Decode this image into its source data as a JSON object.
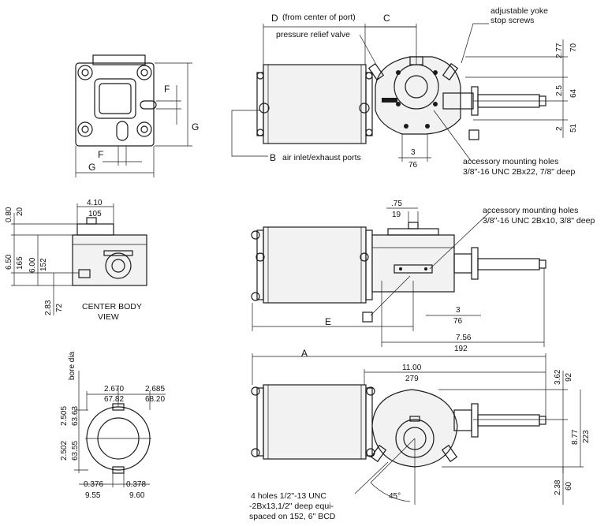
{
  "callouts": {
    "from_center_of_port": "(from center of port)",
    "pressure_relief_valve": "pressure relief valve",
    "adjustable_yoke_1": "adjustable yoke",
    "adjustable_yoke_2": "stop screws",
    "air_ports": "air inlet/exhaust ports",
    "acc_holes_top_1": "accessory mounting holes",
    "acc_holes_top_2": "3/8\"-16 UNC 2Bx22, 7/8\" deep",
    "acc_holes_mid_1": "accessory mounting holes",
    "acc_holes_mid_2": "3/8\"-16 UNC 2Bx10, 3/8\" deep",
    "center_body_1": "CENTER BODY",
    "center_body_2": "VIEW",
    "bore_dia": "bore dia",
    "bottom_holes_1": "4 holes 1/2\"-13 UNC",
    "bottom_holes_2": "-2Bx13,1/2\" deep equi-",
    "bottom_holes_3": "spaced on 152, 6\" BCD",
    "angle": "45°"
  },
  "letters": {
    "A": "A",
    "B": "B",
    "C": "C",
    "D": "D",
    "E": "E",
    "F": "F",
    "G": "G"
  },
  "dims": {
    "d277": "2.77",
    "d70": "70",
    "d25": "2.5",
    "d64": "64",
    "d2": "2",
    "d51": "51",
    "d3a": "3",
    "d76a": "76",
    "d080": "0.80",
    "d20": "20",
    "d410": "4.10",
    "d105": "105",
    "d650": "6.50",
    "d165": "165",
    "d600": "6.00",
    "d152": "152",
    "d283": "2.83",
    "d72": "72",
    "d075": ".75",
    "d19": "19",
    "d3b": "3",
    "d76b": "76",
    "d756": "7.56",
    "d192": "192",
    "d1100": "11.00",
    "d279": "279",
    "d362": "3.62",
    "d92": "92",
    "d877": "8.77",
    "d223": "223",
    "d238": "2.38",
    "d60": "60",
    "d2670": "2.670",
    "d6782": "67.82",
    "d2685": "2.685",
    "d6820": "68.20",
    "d2505": "2.505",
    "d6363": "63.63",
    "d2502": "2.502",
    "d6355": "63.55",
    "d0376": "0.376",
    "d955": "9.55",
    "d0378": "0.378",
    "d960": "9.60"
  }
}
